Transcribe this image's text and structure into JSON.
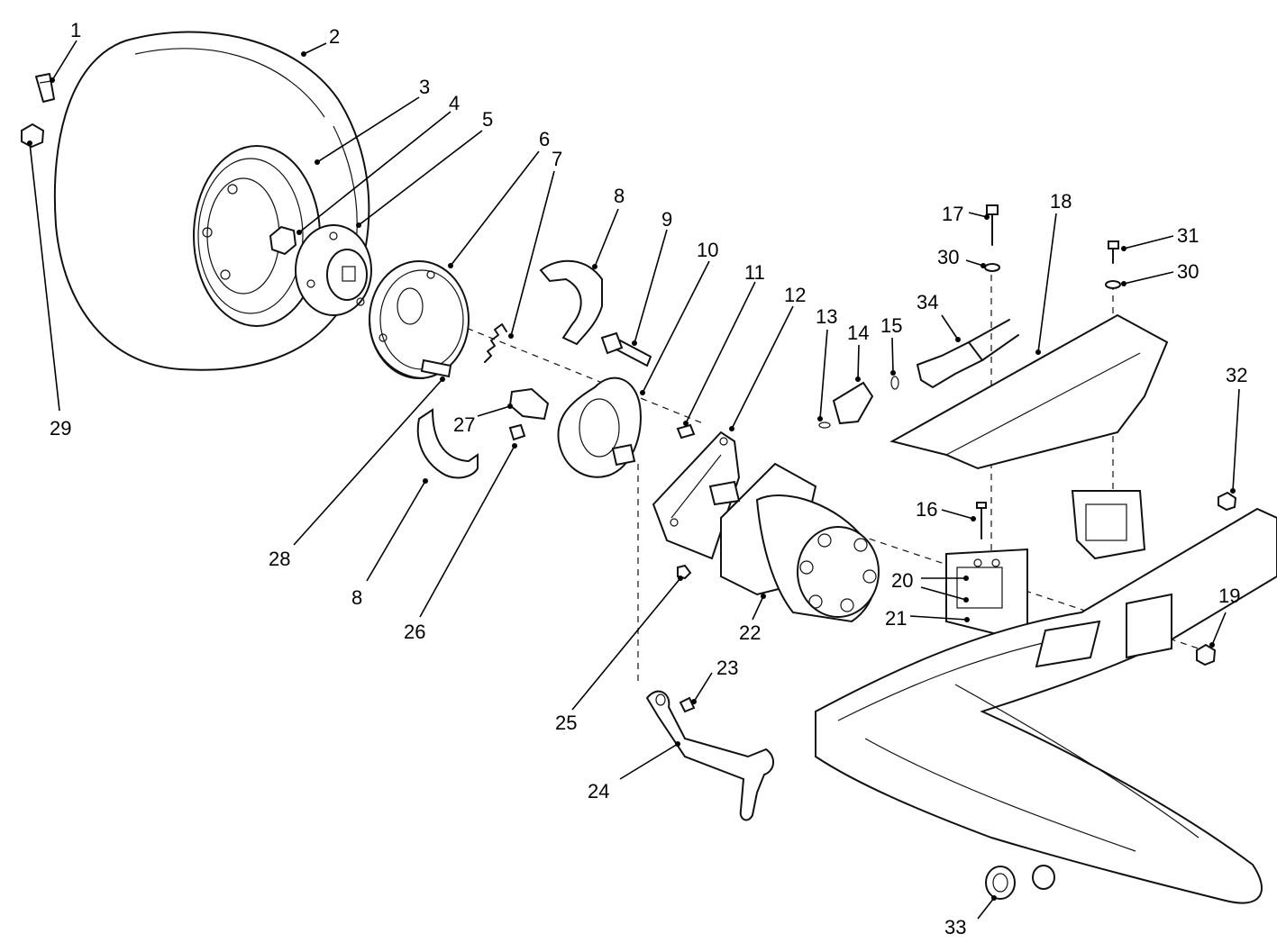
{
  "callouts": [
    {
      "id": "c1",
      "text": "1"
    },
    {
      "id": "c2",
      "text": "2"
    },
    {
      "id": "c3",
      "text": "3"
    },
    {
      "id": "c4",
      "text": "4"
    },
    {
      "id": "c5",
      "text": "5"
    },
    {
      "id": "c6",
      "text": "6"
    },
    {
      "id": "c7",
      "text": "7"
    },
    {
      "id": "c8a",
      "text": "8"
    },
    {
      "id": "c8b",
      "text": "8"
    },
    {
      "id": "c9",
      "text": "9"
    },
    {
      "id": "c10",
      "text": "10"
    },
    {
      "id": "c11",
      "text": "11"
    },
    {
      "id": "c12",
      "text": "12"
    },
    {
      "id": "c13",
      "text": "13"
    },
    {
      "id": "c14",
      "text": "14"
    },
    {
      "id": "c15",
      "text": "15"
    },
    {
      "id": "c16",
      "text": "16"
    },
    {
      "id": "c17",
      "text": "17"
    },
    {
      "id": "c18",
      "text": "18"
    },
    {
      "id": "c19",
      "text": "19"
    },
    {
      "id": "c20",
      "text": "20"
    },
    {
      "id": "c21",
      "text": "21"
    },
    {
      "id": "c22",
      "text": "22"
    },
    {
      "id": "c23",
      "text": "23"
    },
    {
      "id": "c24",
      "text": "24"
    },
    {
      "id": "c25",
      "text": "25"
    },
    {
      "id": "c26",
      "text": "26"
    },
    {
      "id": "c27",
      "text": "27"
    },
    {
      "id": "c28",
      "text": "28"
    },
    {
      "id": "c29",
      "text": "29"
    },
    {
      "id": "c30a",
      "text": "30"
    },
    {
      "id": "c30b",
      "text": "30"
    },
    {
      "id": "c31",
      "text": "31"
    },
    {
      "id": "c32",
      "text": "32"
    },
    {
      "id": "c33",
      "text": "33"
    },
    {
      "id": "c34",
      "text": "34"
    }
  ]
}
